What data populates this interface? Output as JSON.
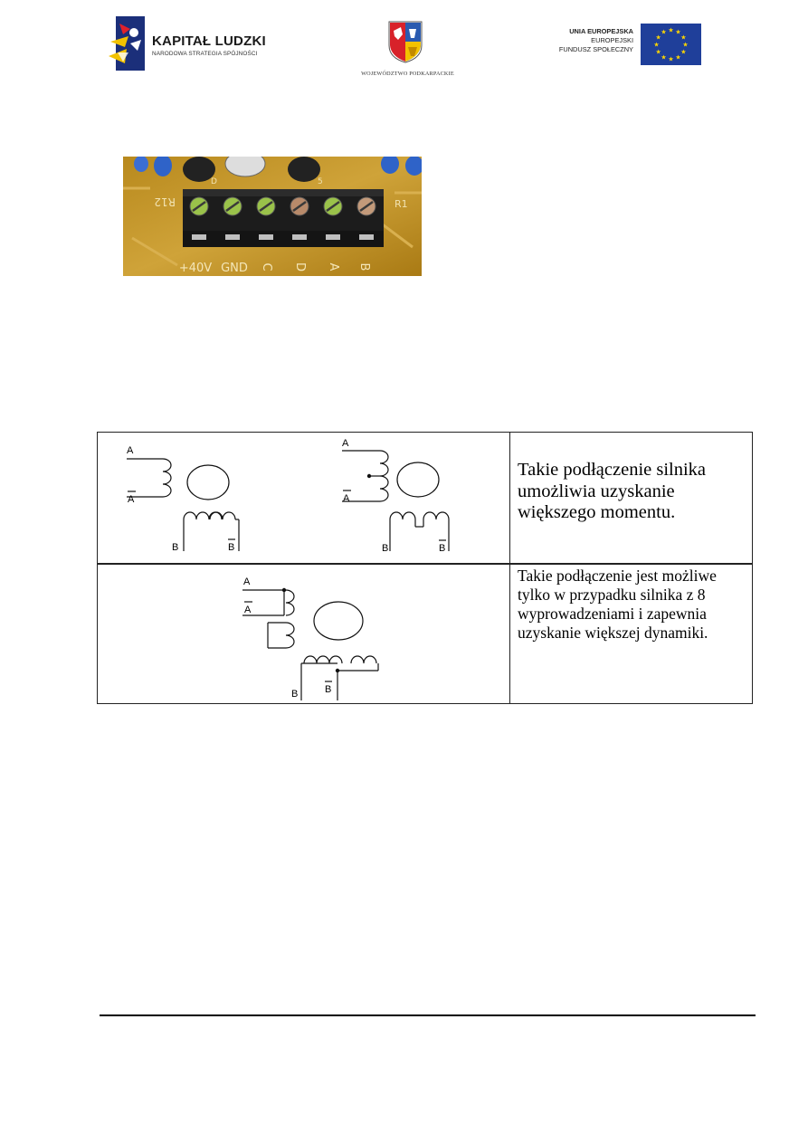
{
  "header": {
    "kapital_ludzki": {
      "title": "KAPITAŁ LUDZKI",
      "subtitle": "NARODOWA STRATEGIA SPÓJNOŚCI"
    },
    "wojewodztwo": {
      "caption": "WOJEWÓDZTWO PODKARPACKIE"
    },
    "eu": {
      "line1": "UNIA EUROPEJSKA",
      "line2": "EUROPEJSKI",
      "line3": "FUNDUSZ SPOŁECZNY"
    }
  },
  "photo": {
    "terminal_labels": [
      "+40V",
      "GND",
      "C",
      "D",
      "A",
      "B"
    ],
    "pcb_labels": [
      "R12",
      "D",
      "5",
      "R1"
    ]
  },
  "table": {
    "row1": {
      "wiring_left": {
        "a": "A",
        "a_bar": "A",
        "b": "B",
        "b_bar": "B"
      },
      "wiring_right": {
        "a": "A",
        "a_bar": "A",
        "b": "B",
        "b_bar": "B"
      },
      "description": "Takie podłączenie silnika umożliwia uzyskanie większego momentu."
    },
    "row2": {
      "wiring": {
        "a": "A",
        "a_bar": "A",
        "b": "B",
        "b_bar": "B"
      },
      "description": "Takie podłączenie jest możliwe tylko w przypadku silnika z 8 wyprowadzeniami i zapewnia uzyskanie większej dynamiki."
    }
  },
  "colors": {
    "eu_blue": "#1f3f9a",
    "eu_star": "#ffd700",
    "pcb": "#c89a2a",
    "terminal": "#1c1c1c"
  }
}
